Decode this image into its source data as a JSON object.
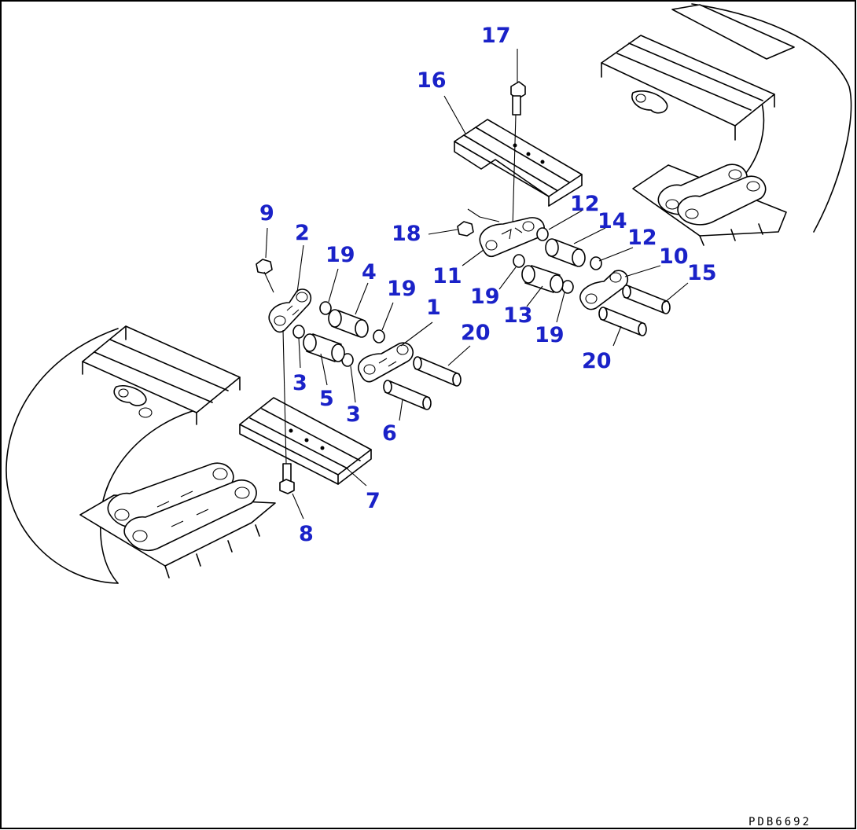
{
  "callouts": [
    {
      "id": "c17",
      "text": "17"
    },
    {
      "id": "c16",
      "text": "16"
    },
    {
      "id": "c9",
      "text": "9"
    },
    {
      "id": "c2",
      "text": "2"
    },
    {
      "id": "c18",
      "text": "18"
    },
    {
      "id": "c12a",
      "text": "12"
    },
    {
      "id": "c14",
      "text": "14"
    },
    {
      "id": "c12b",
      "text": "12"
    },
    {
      "id": "c10",
      "text": "10"
    },
    {
      "id": "c15",
      "text": "15"
    },
    {
      "id": "c19a",
      "text": "19"
    },
    {
      "id": "c4",
      "text": "4"
    },
    {
      "id": "c19b",
      "text": "19"
    },
    {
      "id": "c11",
      "text": "11"
    },
    {
      "id": "c1",
      "text": "1"
    },
    {
      "id": "c19c",
      "text": "19"
    },
    {
      "id": "c13",
      "text": "13"
    },
    {
      "id": "c19d",
      "text": "19"
    },
    {
      "id": "c20a",
      "text": "20"
    },
    {
      "id": "c20b",
      "text": "20"
    },
    {
      "id": "c3a",
      "text": "3"
    },
    {
      "id": "c5",
      "text": "5"
    },
    {
      "id": "c3b",
      "text": "3"
    },
    {
      "id": "c6",
      "text": "6"
    },
    {
      "id": "c7",
      "text": "7"
    },
    {
      "id": "c8",
      "text": "8"
    }
  ],
  "drawing_code": "PDB6692"
}
